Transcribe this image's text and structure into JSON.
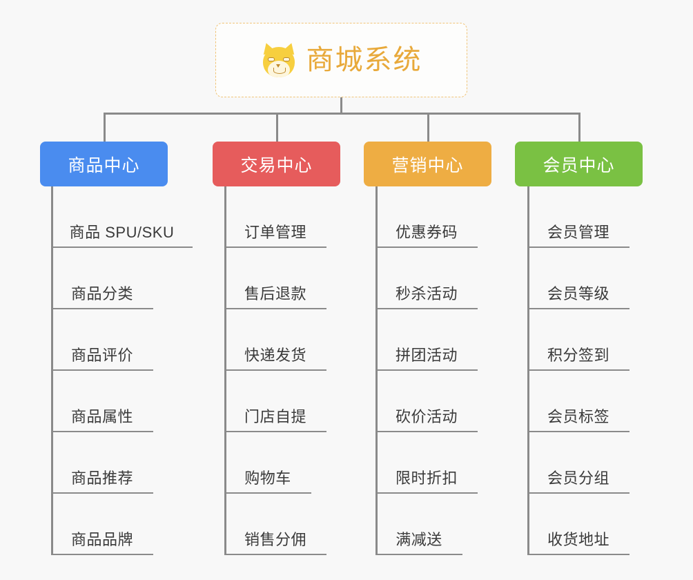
{
  "diagram": {
    "title": "商城系统",
    "root_icon": "shiba-dog-icon",
    "background_color": "#f8f8f8",
    "root": {
      "label": "商城系统",
      "text_color": "#e8a93a",
      "border_color": "#f0c477",
      "background_color": "#fdfdfc"
    },
    "connector_color": "#8a8a8a",
    "columns": [
      {
        "label": "商品中心",
        "color": "#4a8cef",
        "items": [
          {
            "label": "商品 SPU/SKU"
          },
          {
            "label": "商品分类"
          },
          {
            "label": "商品评价"
          },
          {
            "label": "商品属性"
          },
          {
            "label": "商品推荐"
          },
          {
            "label": "商品品牌"
          }
        ]
      },
      {
        "label": "交易中心",
        "color": "#e65c5c",
        "items": [
          {
            "label": "订单管理"
          },
          {
            "label": "售后退款"
          },
          {
            "label": "快递发货"
          },
          {
            "label": "门店自提"
          },
          {
            "label": "购物车"
          },
          {
            "label": "销售分佣"
          }
        ]
      },
      {
        "label": "营销中心",
        "color": "#eead43",
        "items": [
          {
            "label": "优惠券码"
          },
          {
            "label": "秒杀活动"
          },
          {
            "label": "拼团活动"
          },
          {
            "label": "砍价活动"
          },
          {
            "label": "限时折扣"
          },
          {
            "label": "满减送"
          }
        ]
      },
      {
        "label": "会员中心",
        "color": "#7ac143",
        "items": [
          {
            "label": "会员管理"
          },
          {
            "label": "会员等级"
          },
          {
            "label": "积分签到"
          },
          {
            "label": "会员标签"
          },
          {
            "label": "会员分组"
          },
          {
            "label": "收货地址"
          }
        ]
      }
    ]
  }
}
